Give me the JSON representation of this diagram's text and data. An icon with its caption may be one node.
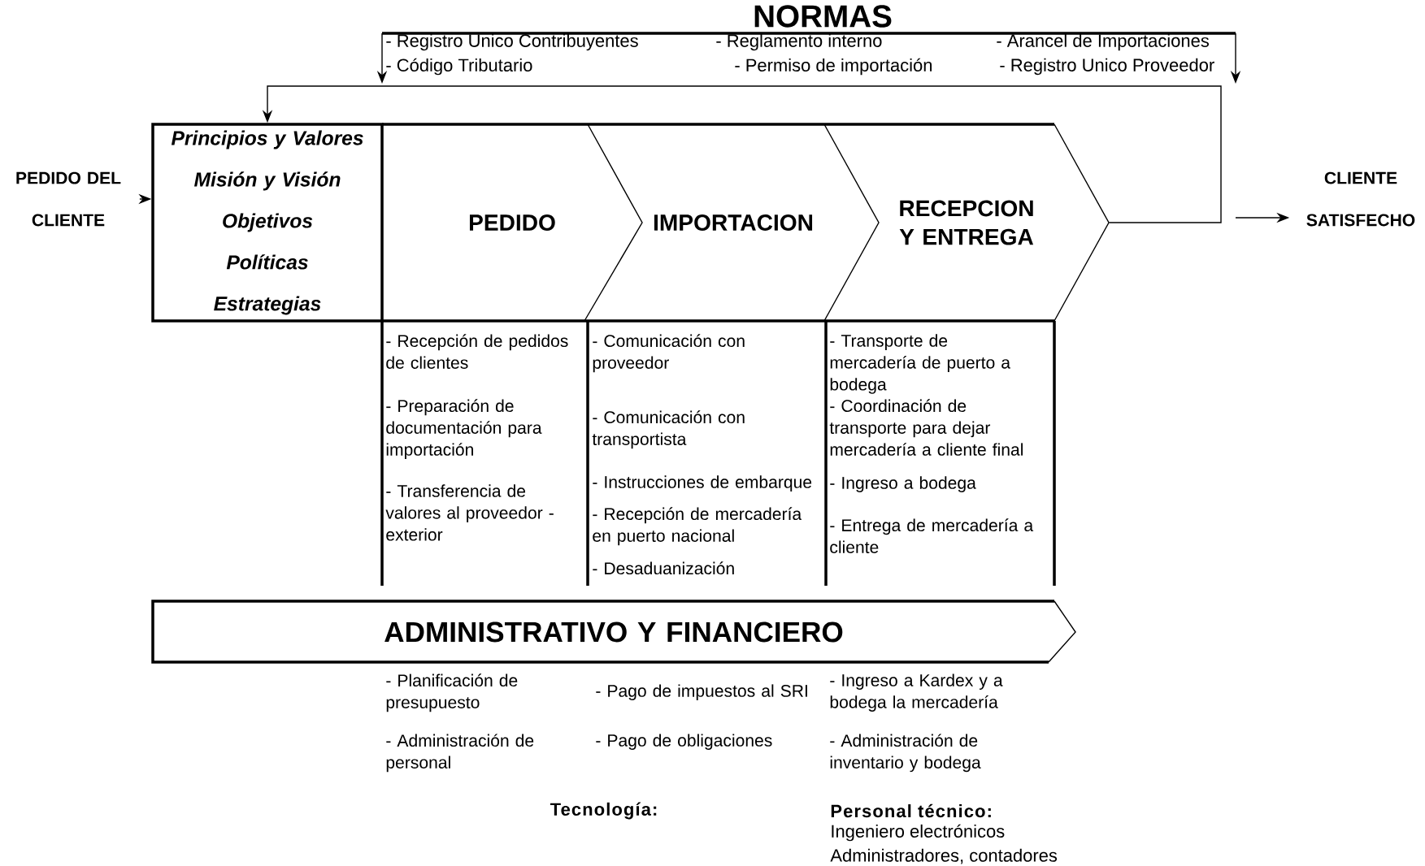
{
  "diagram": {
    "nodes": [
      {
        "text": [
          "PEDIDO DEL CLIENTE"
        ]
      },
      {
        "text": [
          "Principios y Valores",
          "Misión y Visión",
          "Objetivos",
          "Políticas",
          "Estrategias"
        ]
      },
      {
        "text": [
          "PEDIDO"
        ]
      },
      {
        "text": [
          "IMPORTACION"
        ]
      },
      {
        "text": [
          "RECEPCION Y ENTREGA"
        ]
      },
      {
        "text": [
          "CLIENTE SATISFECHO"
        ]
      },
      {
        "text": [
          "ADMINISTRATIVO Y FINANCIERO"
        ]
      }
    ],
    "edges": [
      {
        "from": 0,
        "to": 1,
        "arrow": "to"
      },
      {
        "from": 4,
        "to": 1,
        "arrow": "to"
      },
      {
        "from": null,
        "to": 5,
        "arrow": "to"
      }
    ],
    "labels": [
      "NORMAS",
      "- Registro Unico Contribuyentes",
      "- Reglamento interno",
      "- Arancel de Importaciones",
      "- Código Tributario",
      "- Permiso de importación",
      "- Registro Unico Proveedor",
      "- Recepción de pedidos de clientes",
      "- Preparación de documentación para importación",
      "- Transferencia de valores al proveedor - exterior",
      "- Comunicación con proveedor",
      "- Comunicación con transportista",
      "- Instrucciones de embarque",
      "- Recepción de mercadería en puerto nacional",
      "- Desaduanización",
      "- Transporte de mercadería de puerto a bodega",
      "- Coordinación de transporte para dejar mercadería a cliente final",
      "- Ingreso a bodega",
      "- Entrega de mercadería a cliente",
      "- Planificación de presupuesto",
      "- Administración de personal",
      "- Pago de impuestos al SRI",
      "- Pago de obligaciones",
      "- Ingreso a Kardex y a bodega la mercadería",
      "- Administración de inventario y bodega",
      "Tecnología:",
      "Personal técnico:",
      "Ingeniero electrónicos",
      "Administradores, contadores"
    ]
  }
}
